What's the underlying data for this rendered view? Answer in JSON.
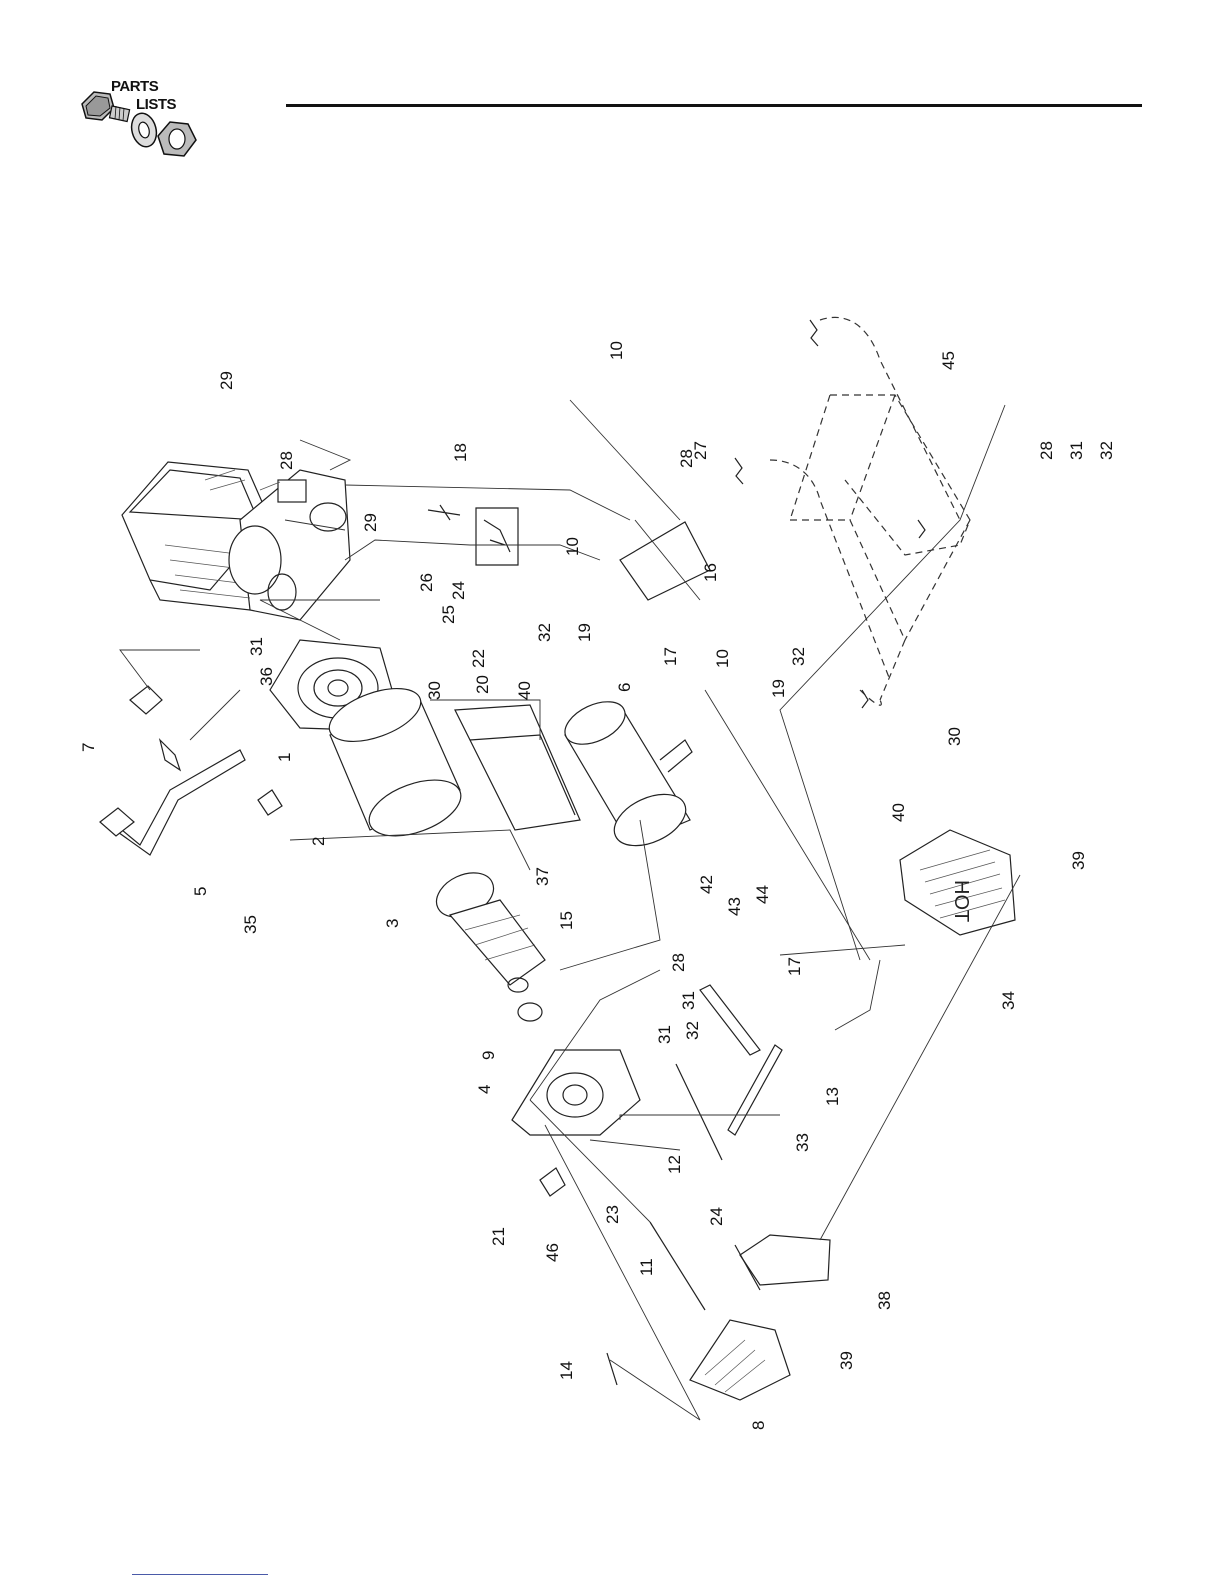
{
  "header": {
    "logo_line1": "PARTS",
    "logo_line2": "LISTS"
  },
  "diagram": {
    "callouts": [
      {
        "id": "c29a",
        "label": "29"
      },
      {
        "id": "c28a",
        "label": "28"
      },
      {
        "id": "c29b",
        "label": "29"
      },
      {
        "id": "c18",
        "label": "18"
      },
      {
        "id": "c10a",
        "label": "10"
      },
      {
        "id": "c27",
        "label": "27"
      },
      {
        "id": "c28b",
        "label": "28"
      },
      {
        "id": "c10b",
        "label": "10"
      },
      {
        "id": "c16",
        "label": "16"
      },
      {
        "id": "c32a",
        "label": "32"
      },
      {
        "id": "c19a",
        "label": "19"
      },
      {
        "id": "c17a",
        "label": "17"
      },
      {
        "id": "c10c",
        "label": "10"
      },
      {
        "id": "c32b",
        "label": "32"
      },
      {
        "id": "c19b",
        "label": "19"
      },
      {
        "id": "c45",
        "label": "45"
      },
      {
        "id": "c28c",
        "label": "28"
      },
      {
        "id": "c31a",
        "label": "31"
      },
      {
        "id": "c32c",
        "label": "32"
      },
      {
        "id": "c26",
        "label": "26"
      },
      {
        "id": "c24a",
        "label": "24"
      },
      {
        "id": "c25",
        "label": "25"
      },
      {
        "id": "c22",
        "label": "22"
      },
      {
        "id": "c20",
        "label": "20"
      },
      {
        "id": "c31b",
        "label": "31"
      },
      {
        "id": "c36",
        "label": "36"
      },
      {
        "id": "c7",
        "label": "7"
      },
      {
        "id": "c1",
        "label": "1"
      },
      {
        "id": "c30a",
        "label": "30"
      },
      {
        "id": "c40a",
        "label": "40"
      },
      {
        "id": "c6",
        "label": "6"
      },
      {
        "id": "c2",
        "label": "2"
      },
      {
        "id": "c5",
        "label": "5"
      },
      {
        "id": "c35",
        "label": "35"
      },
      {
        "id": "c37",
        "label": "37"
      },
      {
        "id": "c15",
        "label": "15"
      },
      {
        "id": "c42",
        "label": "42"
      },
      {
        "id": "c43",
        "label": "43"
      },
      {
        "id": "c44",
        "label": "44"
      },
      {
        "id": "c30b",
        "label": "30"
      },
      {
        "id": "c40b",
        "label": "40"
      },
      {
        "id": "c39a",
        "label": "39"
      },
      {
        "id": "c34",
        "label": "34"
      },
      {
        "id": "c3",
        "label": "3"
      },
      {
        "id": "c28d",
        "label": "28"
      },
      {
        "id": "c17b",
        "label": "17"
      },
      {
        "id": "c31c",
        "label": "31"
      },
      {
        "id": "c32d",
        "label": "32"
      },
      {
        "id": "c9",
        "label": "9"
      },
      {
        "id": "c31d",
        "label": "31"
      },
      {
        "id": "c4",
        "label": "4"
      },
      {
        "id": "c13",
        "label": "13"
      },
      {
        "id": "c33",
        "label": "33"
      },
      {
        "id": "c12",
        "label": "12"
      },
      {
        "id": "c21",
        "label": "21"
      },
      {
        "id": "c46",
        "label": "46"
      },
      {
        "id": "c23",
        "label": "23"
      },
      {
        "id": "c24b",
        "label": "24"
      },
      {
        "id": "c11",
        "label": "11"
      },
      {
        "id": "c14",
        "label": "14"
      },
      {
        "id": "c38",
        "label": "38"
      },
      {
        "id": "c39b",
        "label": "39"
      },
      {
        "id": "c8",
        "label": "8"
      }
    ],
    "hot_label": "HOT"
  },
  "colors": {
    "line": "#222222",
    "footer_rule": "#4a5aa8"
  }
}
